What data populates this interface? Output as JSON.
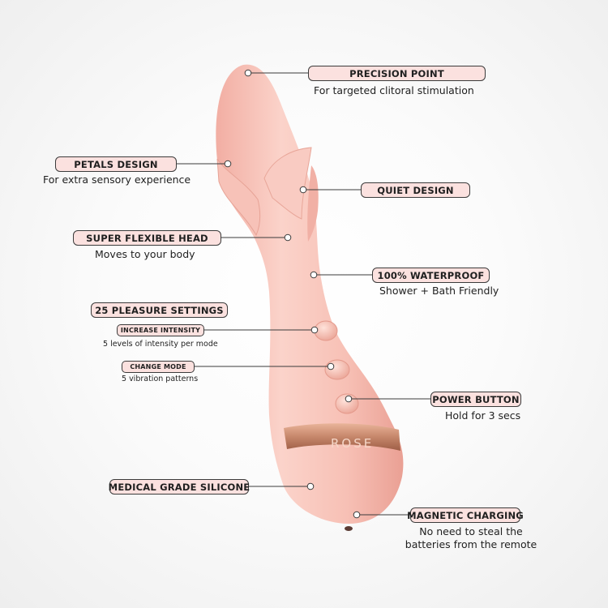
{
  "brand_band_text": "ROSE",
  "colors": {
    "pill_fill": "#fbe1df",
    "pill_border": "#3b3b3b",
    "product_pink": "#f6bcb1",
    "band_gold": "#c98a6e"
  },
  "features": {
    "precision_point": {
      "title": "PRECISION POINT",
      "desc": "For targeted clitoral stimulation"
    },
    "petals_design": {
      "title": "PETALS DESIGN",
      "desc": "For extra sensory experience"
    },
    "quiet_design": {
      "title": "QUIET DESIGN"
    },
    "super_flexible_head": {
      "title": "SUPER FLEXIBLE HEAD",
      "desc": "Moves to your body"
    },
    "waterproof": {
      "title": "100% WATERPROOF",
      "desc": "Shower + Bath Friendly"
    },
    "pleasure_settings": {
      "title": "25 PLEASURE SETTINGS"
    },
    "increase_intensity": {
      "title": "INCREASE INTENSITY",
      "desc": "5 levels of intensity per mode"
    },
    "change_mode": {
      "title": "CHANGE MODE",
      "desc": "5 vibration patterns"
    },
    "power_button": {
      "title": "POWER BUTTON",
      "desc": "Hold for 3 secs"
    },
    "medical_silicone": {
      "title": "MEDICAL GRADE SILICONE"
    },
    "magnetic_charging": {
      "title": "MAGNETIC CHARGING",
      "desc_line1": "No need to steal the",
      "desc_line2": "batteries from the remote"
    }
  }
}
